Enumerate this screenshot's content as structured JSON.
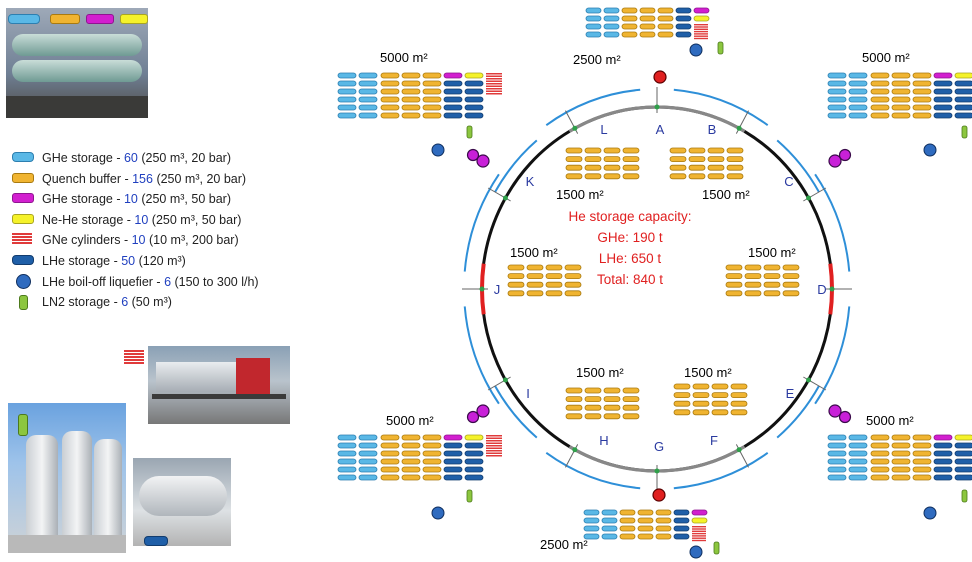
{
  "colors": {
    "ghe_storage": "#5ab8e6",
    "quench_buffer": "#f0b431",
    "ghe_storage_50": "#d21fcf",
    "ne_he_storage": "#f5f22a",
    "gne_cylinders": "#e03b3b",
    "lhe_storage": "#1f5fa8",
    "liquefier": "#2f6bbf",
    "ln2_storage": "#8cc63f",
    "ring_outer": "#2e8fd8",
    "ring_main": "#111111",
    "ring_gray": "#888888",
    "point_red": "#e02020",
    "point_purple": "#c820d8",
    "label_blue": "#2a3aa0",
    "capacity_red": "#e02020"
  },
  "legend": [
    {
      "symbol": "ghe-storage-icon",
      "prefix": "GHe storage - ",
      "num": "60",
      "suffix": " (250 m³, 20 bar)"
    },
    {
      "symbol": "quench-buffer-icon",
      "prefix": "Quench buffer - ",
      "num": "156",
      "suffix": " (250 m³, 20 bar)"
    },
    {
      "symbol": "ghe-storage-50bar-icon",
      "prefix": "GHe storage - ",
      "num": "10",
      "suffix": " (250 m³, 50 bar)"
    },
    {
      "symbol": "ne-he-storage-icon",
      "prefix": "Ne-He storage - ",
      "num": "10",
      "suffix": " (250 m³, 50 bar)"
    },
    {
      "symbol": "gne-cylinders-icon",
      "prefix": "GNe cylinders - ",
      "num": "10",
      "suffix": " (10 m³, 200 bar)"
    },
    {
      "symbol": "lhe-storage-icon",
      "prefix": "LHe storage - ",
      "num": "50",
      "suffix": " (120 m³)"
    },
    {
      "symbol": "lhe-liquefier-icon",
      "prefix": "LHe boil-off liquefier - ",
      "num": "6",
      "suffix": " (150 to 300 l/h)"
    },
    {
      "symbol": "ln2-storage-icon",
      "prefix": "LN2 storage - ",
      "num": "6",
      "suffix": " (50 m³)"
    }
  ],
  "points": [
    "A",
    "B",
    "C",
    "D",
    "E",
    "F",
    "G",
    "H",
    "I",
    "J",
    "K",
    "L"
  ],
  "area_labels": {
    "top_center": "2500 m²",
    "bottom_center": "2500 m²",
    "top_left": "5000 m²",
    "top_right": "5000 m²",
    "bottom_left": "5000 m²",
    "bottom_right": "5000 m²",
    "inner_top_left": "1500 m²",
    "inner_top_right": "1500 m²",
    "inner_mid_left": "1500 m²",
    "inner_mid_right": "1500 m²",
    "inner_bottom_left": "1500 m²",
    "inner_bottom_right": "1500 m²"
  },
  "capacity": {
    "title": "He storage capacity:",
    "ghe": "GHe: 190 t",
    "lhe": "LHe: 650 t",
    "total": "Total: 840 t"
  }
}
